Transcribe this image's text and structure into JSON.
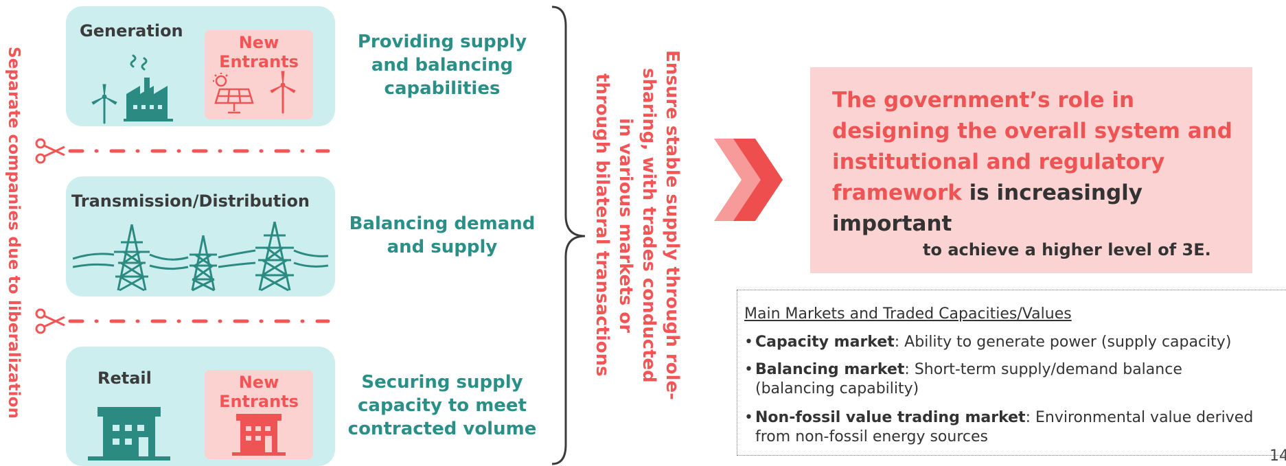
{
  "left_caption": "Separate companies due to liberalization",
  "panels": {
    "generation": {
      "title": "Generation",
      "new_entrants": "New Entrants"
    },
    "transmission": {
      "title": "Transmission/Distribution"
    },
    "retail": {
      "title": "Retail",
      "new_entrants": "New Entrants"
    }
  },
  "functions": {
    "generation": [
      "Providing supply",
      "and balancing",
      "capabilities"
    ],
    "transmission": [
      "Balancing demand",
      "and supply"
    ],
    "retail": [
      "Securing supply",
      "capacity to meet",
      "contracted volume"
    ]
  },
  "middle_caption": [
    "Ensure stable supply through role-",
    "sharing, with trades conducted",
    "in various markets or",
    "through bilateral transactions"
  ],
  "government_box": {
    "red_text": "The government’s role in designing the overall system and institutional and regulatory framework",
    "dark_text": "is increasingly important",
    "sub_text": "to achieve a higher level of 3E."
  },
  "markets": {
    "title": "Main Markets and Traded Capacities/Values",
    "items": [
      {
        "name": "Capacity market",
        "desc": ": Ability to generate power (supply capacity)",
        "cont": ""
      },
      {
        "name": "Balancing market",
        "desc": ": Short-term supply/demand balance",
        "cont": "(balancing capability)"
      },
      {
        "name": "Non-fossil value trading market",
        "desc": ": Environmental value derived",
        "cont": "from non-fossil energy sources"
      }
    ]
  },
  "page_number": "14",
  "colors": {
    "accent_red": "#f25555",
    "teal_text": "#2a8f87",
    "teal_icon": "#2b8a82",
    "panel_bg": "#cdeeee",
    "pink_bg": "#fbd3d2"
  },
  "icons": [
    "scissors-icon",
    "wind-turbine-icon",
    "factory-icon",
    "solar-panel-icon",
    "power-pylon-icon",
    "building-icon",
    "chevron-right-icon",
    "curly-brace-icon"
  ]
}
